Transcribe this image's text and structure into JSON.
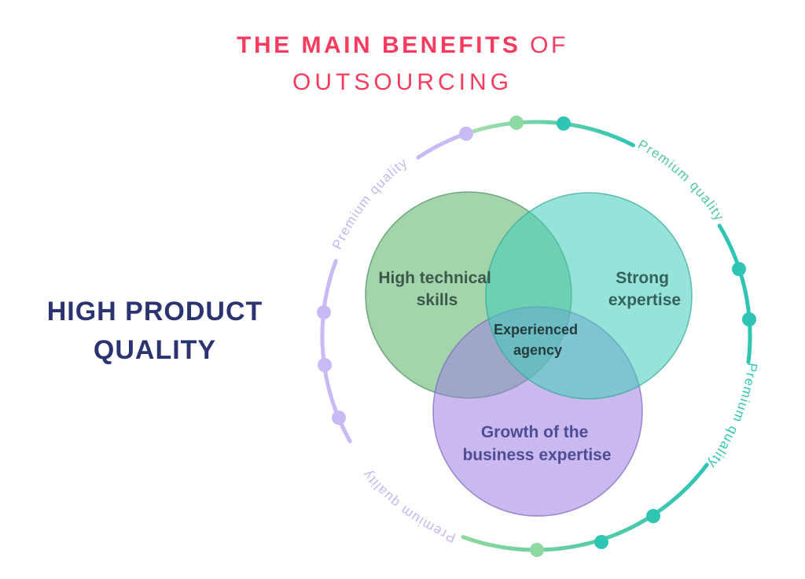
{
  "title": {
    "line1_bold": "THE MAIN BENEFITS",
    "line1_light": "OF",
    "line2": "OUTSOURCING",
    "color": "#F73B5F"
  },
  "left_heading": {
    "line1": "HIGH PRODUCT",
    "line2": "QUALITY",
    "color": "#2B3470"
  },
  "venn": {
    "circles": [
      {
        "id": "high-technical-skills",
        "label_line1": "High technical",
        "label_line2": "skills",
        "fill": "#57B266",
        "stroke": "#4E8A5E",
        "text_color": "#3C584D"
      },
      {
        "id": "growth-business-expertise",
        "label_line1": "Growth of the",
        "label_line2": "business expertise",
        "fill": "#9D7FE0",
        "stroke": "#7E68C0",
        "text_color": "#4E4C97"
      },
      {
        "id": "strong-expertise",
        "label_line1": "Strong",
        "label_line2": "expertise",
        "fill": "#40CDB9",
        "stroke": "#35A795",
        "text_color": "#35615B"
      }
    ],
    "center": {
      "line1": "Experienced",
      "line2": "agency",
      "color": "#253B3C"
    }
  },
  "ring": {
    "labels": [
      {
        "position": "top-left",
        "text": "Premium quality",
        "color": "#C6B5F2"
      },
      {
        "position": "top-right",
        "text": "Premium quality",
        "color": "#53C8A4"
      },
      {
        "position": "right",
        "text": "Premium quality",
        "color": "#33C6B2"
      },
      {
        "position": "bottom-left",
        "text": "Premium quality",
        "color": "#C6B5F2"
      }
    ],
    "palette": {
      "lavender": "#C9B9F4",
      "teal": "#2FC5B5",
      "green": "#8ED9A2"
    }
  }
}
